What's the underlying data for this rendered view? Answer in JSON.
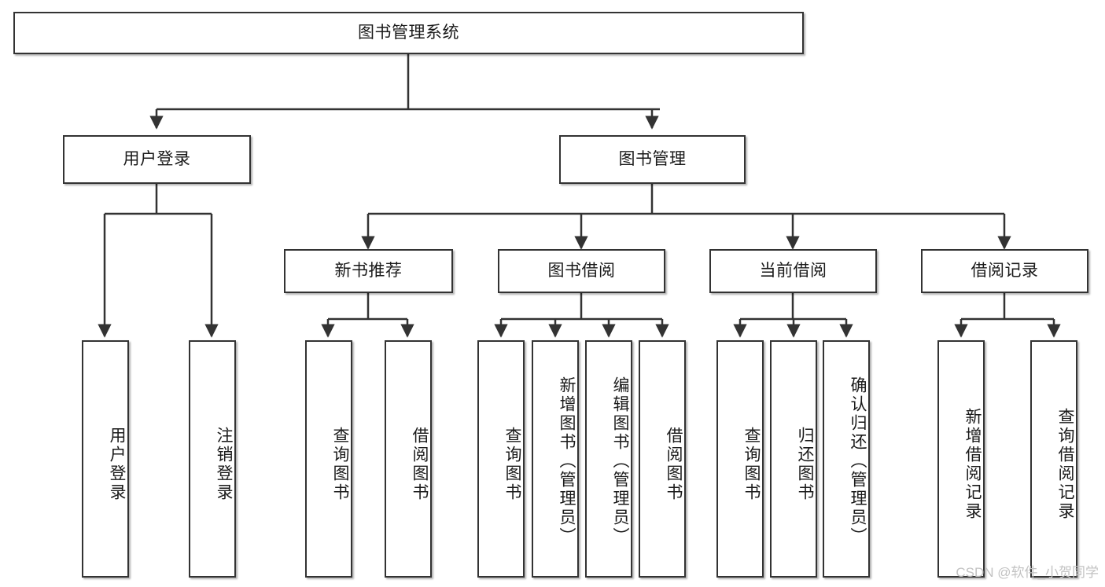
{
  "diagram": {
    "type": "tree-hierarchy",
    "title": "图书管理系统",
    "watermark": "CSDN @软件_小贺同学",
    "colors": {
      "node_border": "#333333",
      "node_fill": "#ffffff",
      "edge": "#333333",
      "text": "#1a1a1a",
      "watermark": "#c2c2c2",
      "background": "#ffffff"
    },
    "nodes": {
      "root": {
        "label": "图书管理系统"
      },
      "level1": [
        {
          "label": "用户登录"
        },
        {
          "label": "图书管理"
        }
      ],
      "level2": [
        {
          "label": "新书推荐"
        },
        {
          "label": "图书借阅"
        },
        {
          "label": "当前借阅"
        },
        {
          "label": "借阅记录"
        }
      ],
      "leaves": {
        "user_login": [
          {
            "label": "用户登录"
          },
          {
            "label": "注销登录"
          }
        ],
        "new_book_recommend": [
          {
            "label": "查询图书"
          },
          {
            "label": "借阅图书"
          }
        ],
        "book_borrow": [
          {
            "label": "查询图书"
          },
          {
            "label": "新增图书（管理员）"
          },
          {
            "label": "编辑图书（管理员）"
          },
          {
            "label": "借阅图书"
          }
        ],
        "current_borrow": [
          {
            "label": "查询图书"
          },
          {
            "label": "归还图书"
          },
          {
            "label": "确认归还（管理员）"
          }
        ],
        "borrow_record": [
          {
            "label": "新增借阅记录"
          },
          {
            "label": "查询借阅记录"
          }
        ]
      }
    }
  }
}
